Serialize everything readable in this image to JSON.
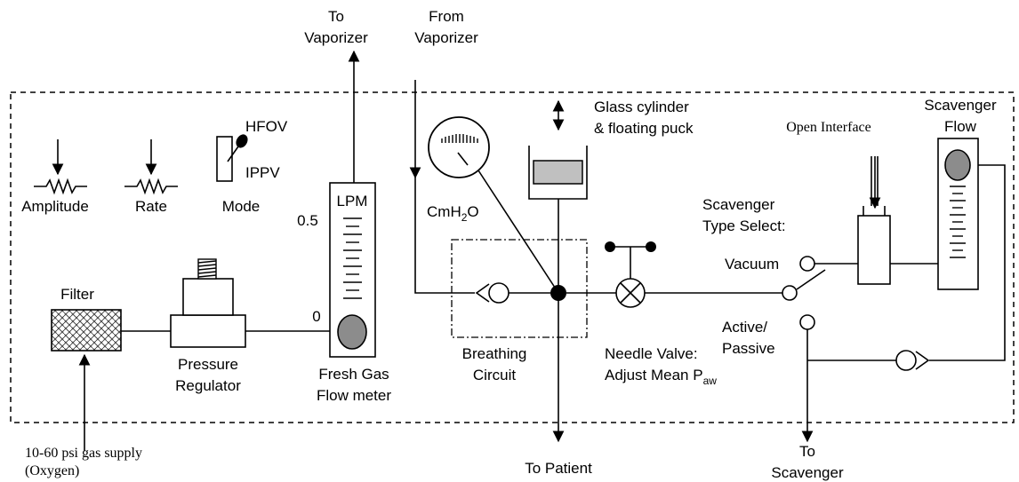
{
  "diagram": {
    "labels": {
      "to_vaporizer_1": "To",
      "to_vaporizer_2": "Vaporizer",
      "from_vaporizer_1": "From",
      "from_vaporizer_2": "Vaporizer",
      "hfov": "HFOV",
      "ippv": "IPPV",
      "amplitude": "Amplitude",
      "rate": "Rate",
      "mode": "Mode",
      "lpm": "LPM",
      "scale_05": "0.5",
      "scale_0": "0",
      "filter": "Filter",
      "pressure_reg_1": "Pressure",
      "pressure_reg_2": "Regulator",
      "fresh_gas_1": "Fresh Gas",
      "fresh_gas_2": "Flow meter",
      "gas_supply_1": "10-60 psi gas supply",
      "gas_supply_2": "(Oxygen)",
      "cmh2o_main": "CmH",
      "cmh2o_sub": "2",
      "cmh2o_tail": "O",
      "glass_1": "Glass cylinder",
      "glass_2": "& floating puck",
      "breathing_1": "Breathing",
      "breathing_2": "Circuit",
      "needle_1": "Needle Valve:",
      "needle_2": "Adjust Mean P",
      "needle_sub": "aw",
      "to_patient": "To Patient",
      "open_interface": "Open Interface",
      "scav_select_1": "Scavenger",
      "scav_select_2": "Type Select:",
      "vacuum": "Vacuum",
      "active_1": "Active/",
      "active_2": "Passive",
      "to_scav_1": "To",
      "to_scav_2": "Scavenger",
      "scav_flow_1": "Scavenger",
      "scav_flow_2": "Flow"
    }
  }
}
